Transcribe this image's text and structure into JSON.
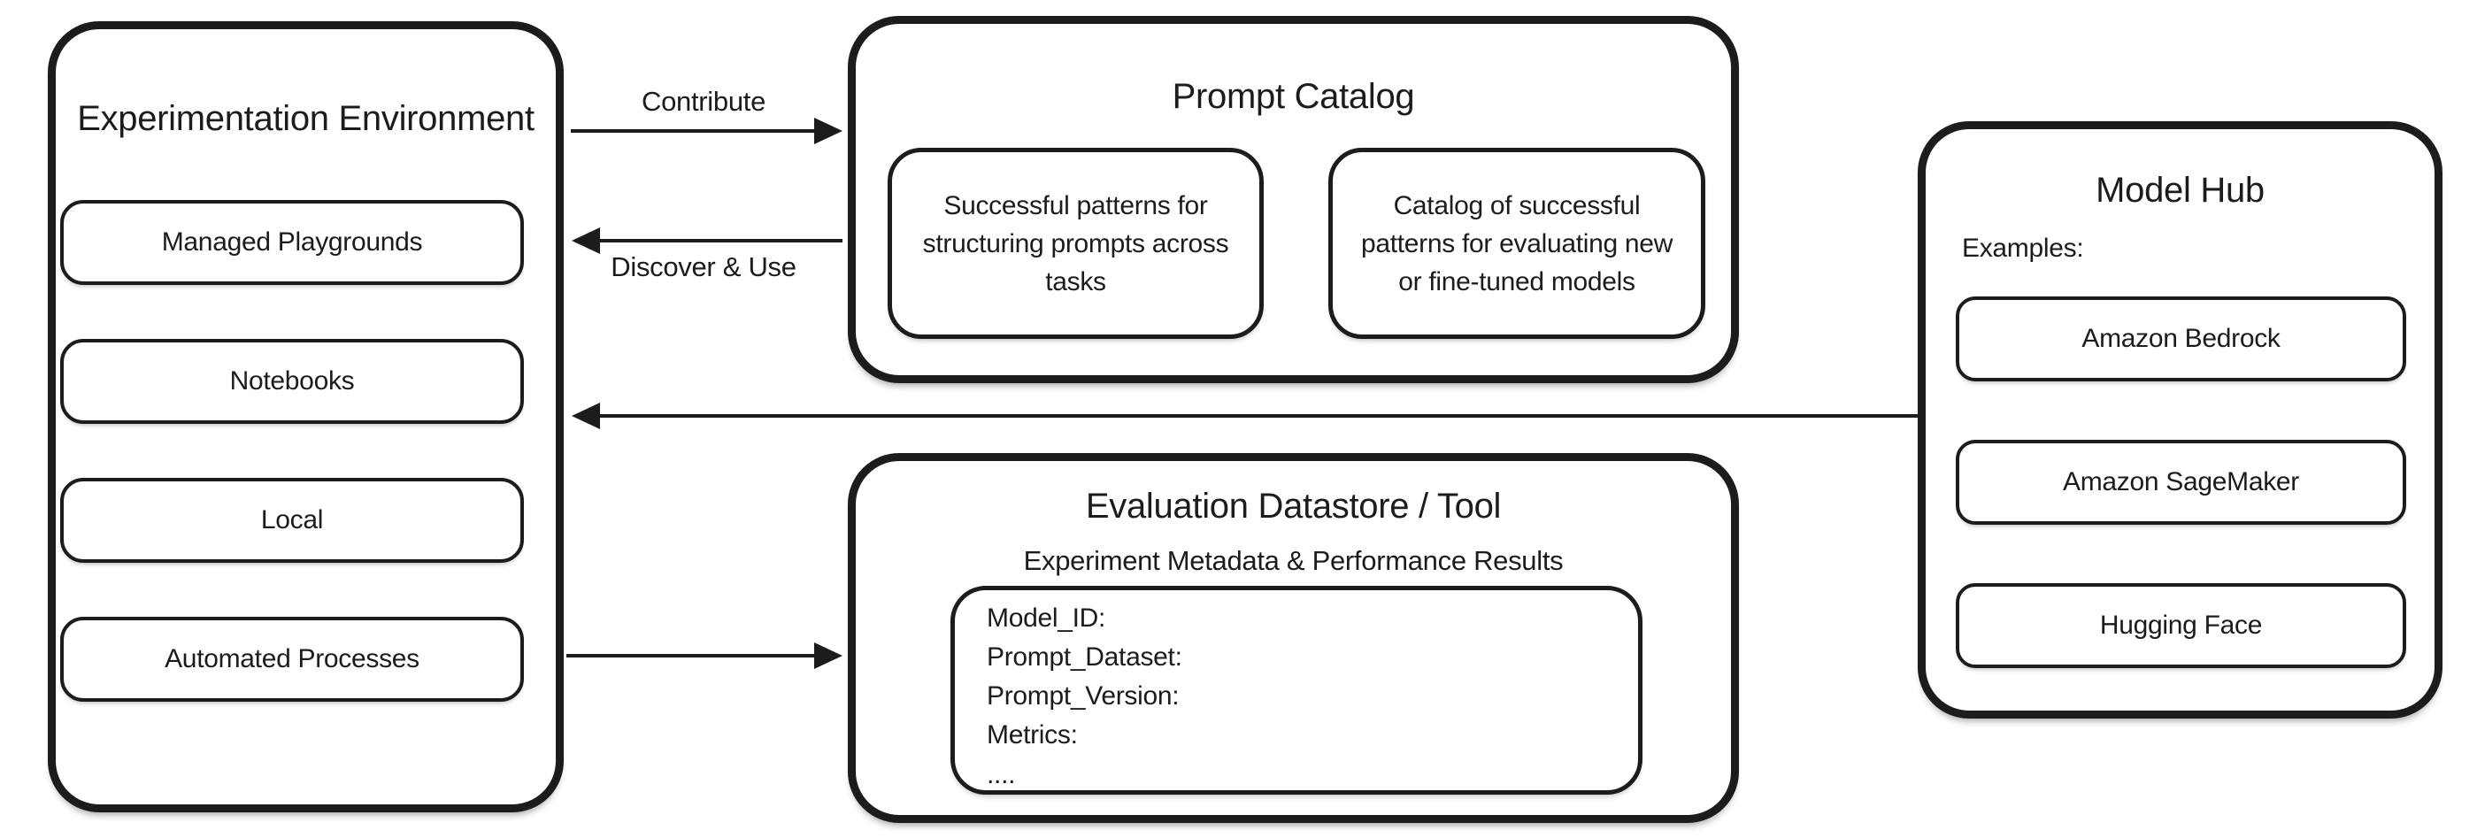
{
  "colors": {
    "ink": "#1c1c1e",
    "background": "#ffffff"
  },
  "experimentation_environment": {
    "title": "Experimentation Environment",
    "items": [
      "Managed Playgrounds",
      "Notebooks",
      "Local",
      "Automated Processes"
    ]
  },
  "arrows": {
    "contribute_label": "Contribute",
    "discover_label": "Discover & Use"
  },
  "prompt_catalog": {
    "title": "Prompt Catalog",
    "cards": [
      {
        "lines": [
          "Successful patterns for",
          "structuring prompts across",
          "tasks"
        ]
      },
      {
        "lines": [
          "Catalog of successful",
          "patterns for evaluating new",
          "or fine-tuned models"
        ]
      }
    ]
  },
  "evaluation_datastore": {
    "title": "Evaluation Datastore / Tool",
    "subtitle": "Experiment Metadata & Performance Results",
    "record_fields": [
      "Model_ID:",
      "Prompt_Dataset:",
      "Prompt_Version:",
      "Metrics:",
      "...."
    ]
  },
  "model_hub": {
    "title": "Model Hub",
    "examples_label": "Examples:",
    "items": [
      "Amazon Bedrock",
      "Amazon SageMaker",
      "Hugging Face"
    ]
  }
}
